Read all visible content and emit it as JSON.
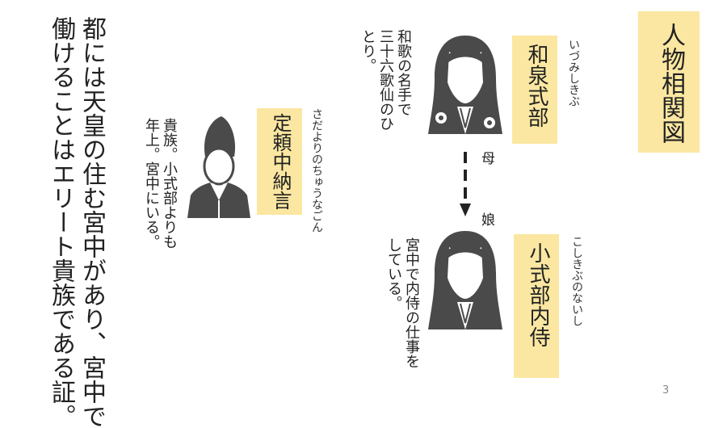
{
  "title": "人物相関図",
  "main_note": {
    "lines": [
      "都には天皇の住む宮中があり、宮中で",
      "働けることはエリート貴族である証。"
    ]
  },
  "colors": {
    "label_bg": "#fbe7a1",
    "figure": "#4a4a4a"
  },
  "people": {
    "izumi": {
      "name": "和泉式部",
      "reading": "いづみしきぶ",
      "description": [
        "和歌の名手で",
        "三十六歌仙のひ",
        "とり。"
      ],
      "icon": "woman-kimono-icon"
    },
    "koshikibu": {
      "name": "小式部内侍",
      "reading": "こしきぶのないし",
      "description": [
        "宮中で内侍の仕事を",
        "している。"
      ],
      "icon": "woman-kimono-icon"
    },
    "sadayori": {
      "name": "定頼中納言",
      "reading": "さだよりのちゅうなごん",
      "description": [
        "貴族。小式部よりも",
        "年上。宮中にいる。"
      ],
      "icon": "nobleman-eboshi-icon"
    }
  },
  "relation": {
    "from_label": "母",
    "to_label": "娘"
  },
  "page_number": "3"
}
